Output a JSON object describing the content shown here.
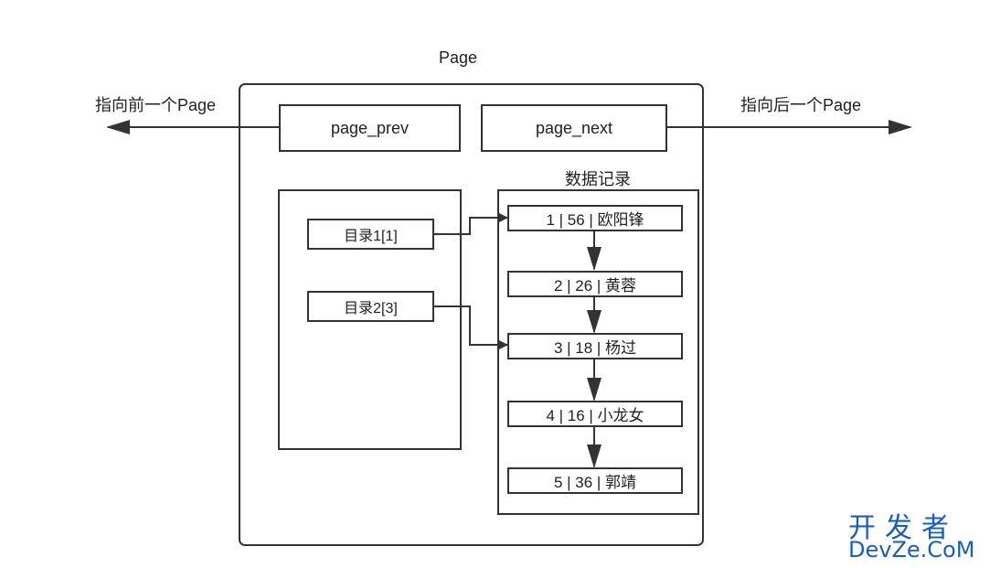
{
  "page": {
    "title": "Page"
  },
  "pointers": {
    "prev_label": "指向前一个Page",
    "next_label": "指向后一个Page"
  },
  "header": {
    "page_prev": "page_prev",
    "page_next": "page_next"
  },
  "records_title": "数据记录",
  "directory": [
    {
      "label": "目录1[1]",
      "points_to": 0
    },
    {
      "label": "目录2[3]",
      "points_to": 2
    }
  ],
  "records": [
    {
      "text": "1 | 56 | 欧阳锋"
    },
    {
      "text": "2 | 26 | 黄蓉"
    },
    {
      "text": "3 | 18 | 杨过"
    },
    {
      "text": "4 | 16 | 小龙女"
    },
    {
      "text": "5 | 36 | 郭靖"
    }
  ],
  "watermark": {
    "cn": "开发者",
    "en": "DevZe.CoM"
  }
}
